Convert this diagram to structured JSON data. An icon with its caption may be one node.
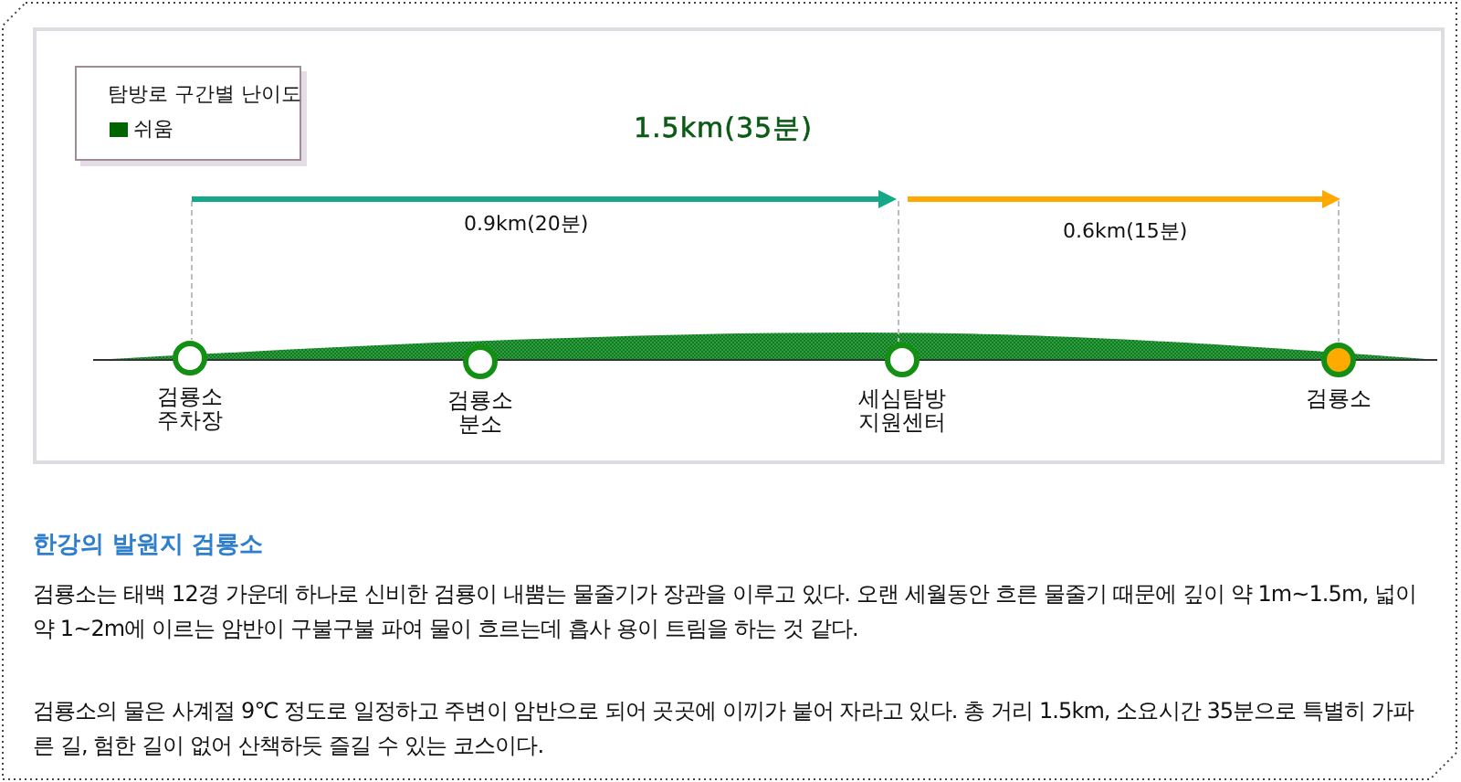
{
  "diagram": {
    "title": "한강의 발원지 검룡소",
    "nodes": [
      {
        "text": [
          "검룡소 주차장"
        ]
      },
      {
        "text": [
          "검룡소 분소"
        ]
      },
      {
        "text": [
          "세심탐방 지원센터"
        ]
      },
      {
        "text": [
          "검룡소"
        ]
      }
    ],
    "labels": [
      "탐방로 구간별 난이도",
      "1.5km(35분)",
      "0.9km(20분)",
      "0.6km(15분)",
      "검룡소는 태백 12경 가운데 하나로 신비한 검룡이 내뿜는 물줄기가 장관을 이루고 있다. 오랜 세월동안 흐른 물줄기 때문에 깊이 약 1m~1.5m, 넓이 약 1~2m에 이르는 암반이 구불구불 파여 물이 흐르는데 흡사 용이 트림을 하는 것 같다.",
      "검룡소의 물은 사계절 9℃ 정도로 일정하고 주변이 암반으로 되어 곳곳에 이끼가 붙어 자라고 있다. 총 거리 1.5km, 소요시간 35분으로 특별히 가파른 길, 험한 길이 없어 산책하듯 즐길 수 있는 코스이다."
    ],
    "legend": [
      {
        "text": "쉬움",
        "color": "#006400"
      }
    ]
  }
}
